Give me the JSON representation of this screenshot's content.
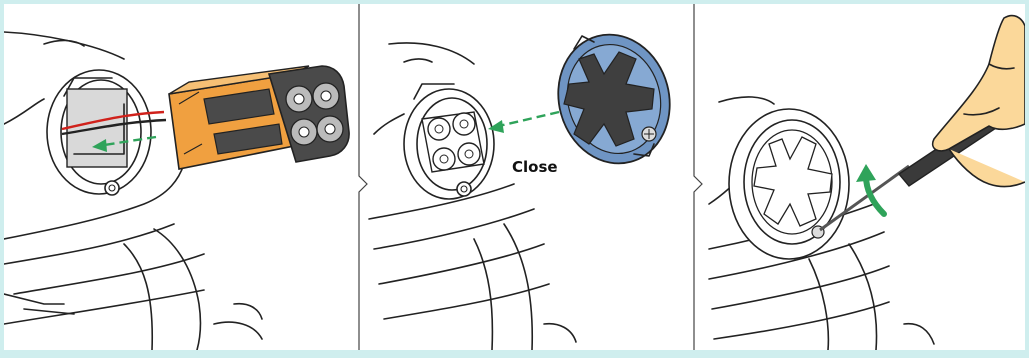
{
  "steps": [
    {
      "id": "step-1",
      "callout": ""
    },
    {
      "id": "step-2",
      "callout": "Close"
    },
    {
      "id": "step-3",
      "callout": ""
    }
  ],
  "colors": {
    "frame": "#cfeeee",
    "battery_orange": "#f0a040",
    "battery_dark": "#4a4a4a",
    "cover_blue": "#6f95c4",
    "cover_dark": "#3f3f3f",
    "arrow_green": "#2fa35a",
    "hand_skin": "#fbd89a",
    "wire_red": "#d0211b"
  },
  "icons": [
    "battery-pack-icon",
    "battery-cover-icon",
    "screwdriver-icon",
    "hand-icon",
    "rotate-arrow-icon",
    "insert-arrow-icon"
  ]
}
